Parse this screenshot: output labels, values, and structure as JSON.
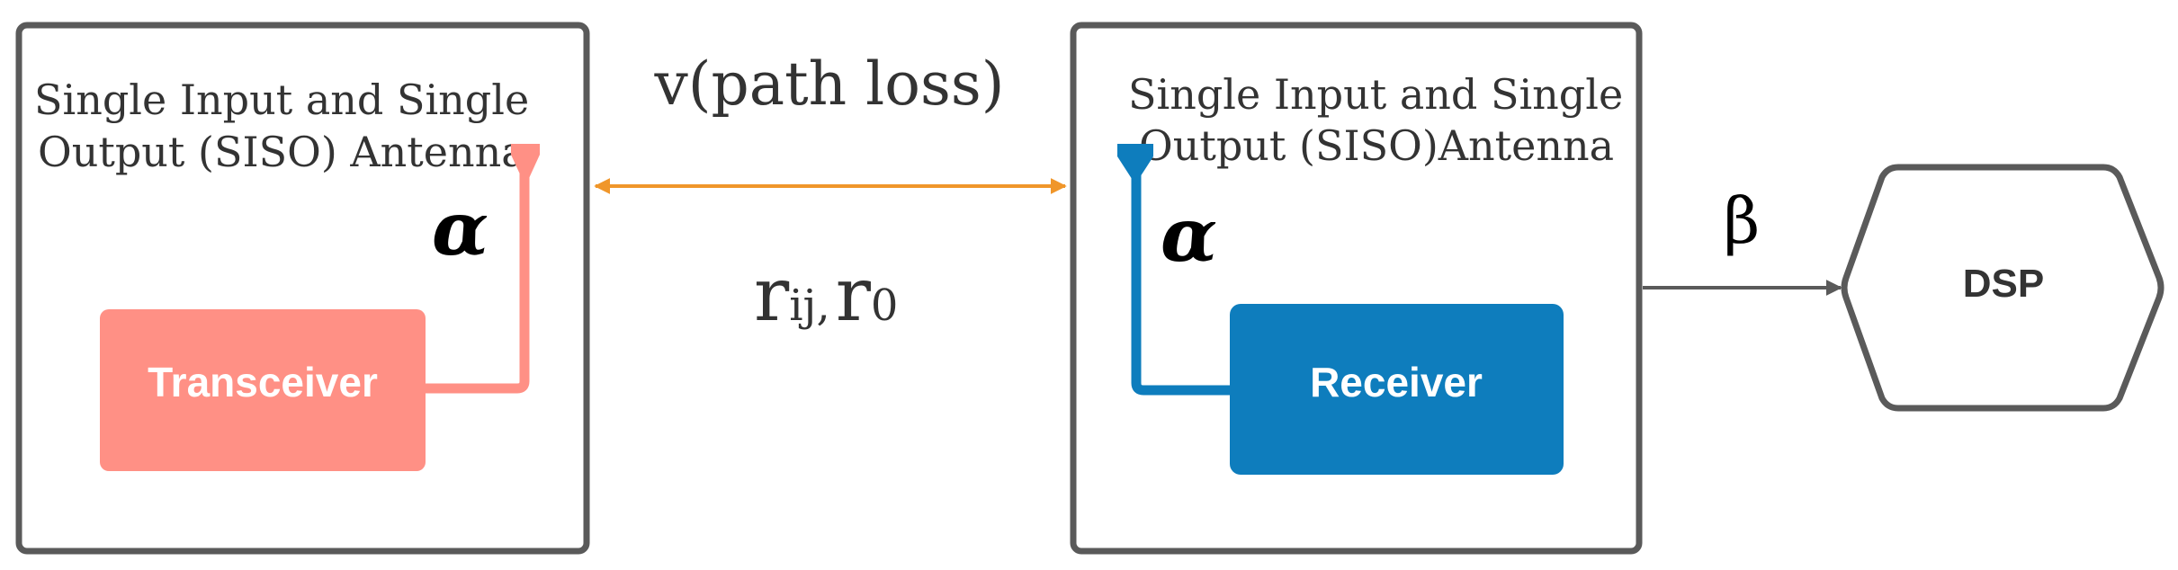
{
  "colors": {
    "box_border": "#5a5a5a",
    "transceiver_fill": "#ff9085",
    "receiver_fill": "#0e7dbd",
    "link_arrow": "#f0962a",
    "output_arrow": "#5a5a5a"
  },
  "transmitter": {
    "antenna_caption_line1": "Single Input and Single",
    "antenna_caption_line2": "Output (SISO) Antenna",
    "gain_symbol": "α",
    "block_label": "Transceiver"
  },
  "channel": {
    "path_loss_label": "v(path loss)",
    "distance_r_main": "r",
    "distance_r_sub": "ij",
    "distance_sep": ",",
    "distance_r0_main": "r",
    "distance_r0_sub": "0"
  },
  "receiver_side": {
    "antenna_caption_line1": "Single Input and Single",
    "antenna_caption_line2": "Output (SISO)Antenna",
    "gain_symbol": "α",
    "block_label": "Receiver"
  },
  "output_link": {
    "label": "β"
  },
  "processor": {
    "label": "DSP"
  }
}
